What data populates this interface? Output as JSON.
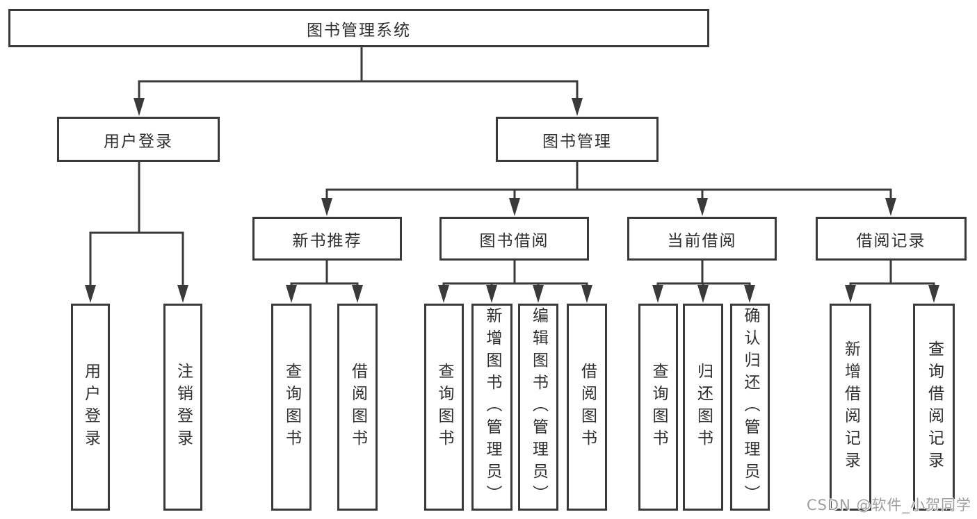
{
  "tree": {
    "label": "图书管理系统",
    "children": [
      {
        "label": "用户登录",
        "children": [
          {
            "label": "用户登录"
          },
          {
            "label": "注销登录"
          }
        ]
      },
      {
        "label": "图书管理",
        "children": [
          {
            "label": "新书推荐",
            "children": [
              {
                "label": "查询图书"
              },
              {
                "label": "借阅图书"
              }
            ]
          },
          {
            "label": "图书借阅",
            "children": [
              {
                "label": "查询图书"
              },
              {
                "label": "新增图书（管理员）"
              },
              {
                "label": "编辑图书（管理员）"
              },
              {
                "label": "借阅图书"
              }
            ]
          },
          {
            "label": "当前借阅",
            "children": [
              {
                "label": "查询图书"
              },
              {
                "label": "归还图书"
              },
              {
                "label": "确认归还（管理员）"
              }
            ]
          },
          {
            "label": "借阅记录",
            "children": [
              {
                "label": "新增借阅记录"
              },
              {
                "label": "查询借阅记录"
              }
            ]
          }
        ]
      }
    ]
  },
  "watermark": {
    "text": "CSDN @软件_小贺同学"
  },
  "colors": {
    "line": "#3a3a3a",
    "text": "#2f2f2f",
    "box_background": "#ffffff",
    "watermark": "#9e9e9e",
    "page_background": "#ffffff"
  }
}
